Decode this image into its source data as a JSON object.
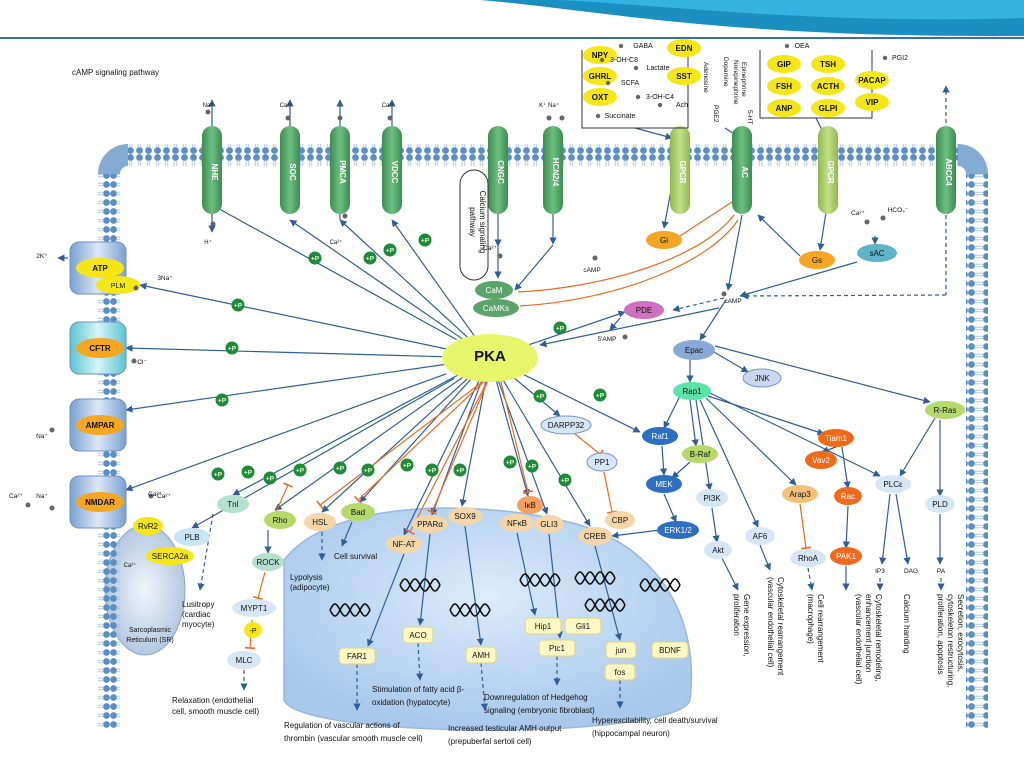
{
  "title": "cAMP signaling pathway",
  "hub": "PKA",
  "phos": "+P",
  "channels": [
    {
      "name": "NHE",
      "ion_top": "Na⁺",
      "ion_bottom": "H⁺"
    },
    {
      "name": "SOC",
      "ion_top": "Ca²⁺"
    },
    {
      "name": "PMCA",
      "ion_bottom": "Ca²⁺"
    },
    {
      "name": "VDCC",
      "ion_top": "Ca²⁺"
    },
    {
      "name": "CNGC"
    },
    {
      "name": "HCN2/4",
      "ion_top": "K⁺  Na⁺"
    },
    {
      "name": "GPCR"
    },
    {
      "name": "AC"
    },
    {
      "name": "GPCR"
    },
    {
      "name": "ABCC4"
    }
  ],
  "transporters": [
    {
      "name": "ATP",
      "sub": "PLM",
      "ions": [
        "2K⁺",
        "3Na⁺"
      ]
    },
    {
      "name": "CFTR",
      "ions": [
        "Cl⁻"
      ]
    },
    {
      "name": "AMPAR",
      "ions": [
        "Na⁺"
      ]
    },
    {
      "name": "NMDAR",
      "ions": [
        "Ca²⁺",
        "Na⁺",
        "Ca²⁺"
      ]
    }
  ],
  "ligands_left": [
    "NPY",
    "GHRL",
    "OXT",
    "EDN",
    "SST"
  ],
  "ligands_left_text": [
    "GABA",
    "3-OH-C8",
    "Lactate",
    "SCFA",
    "3-OH-C4",
    "Ach",
    "Succinate"
  ],
  "ligands_vertical": [
    "Adenosine",
    "PGE2",
    "Dopamine",
    "Norepinephrine",
    "Epinephrine",
    "5-HT"
  ],
  "ligands_right": [
    "GIP",
    "TSH",
    "FSH",
    "ACTH",
    "PACAP",
    "ANP",
    "GLPI",
    "VIP"
  ],
  "ligands_right_text": [
    "OEA",
    "PGI2"
  ],
  "calcium": {
    "label1": "Calcium signaling",
    "label2": "pathway",
    "ca": "Ca²⁺"
  },
  "nodes": {
    "gi": "Gi",
    "gs": "Gs",
    "sac": "sAC",
    "ca2": "Ca²⁺",
    "hco3": "HCO₃⁻",
    "cam": "CaM",
    "camks": "CaMKs",
    "camp": "cAMP",
    "camp2": "cAMP",
    "pde": "PDE",
    "amp": "5'AMP",
    "epac": "Epac",
    "jnk": "JNK",
    "rap1": "Rap1",
    "rras": "R-Ras",
    "raf1": "Raf1",
    "braf": "B-Raf",
    "mek": "MEK",
    "erk": "ERK1/2",
    "pi3k": "PI3K",
    "akt": "Akt",
    "af6": "AF6",
    "arap3": "Arap3",
    "rhoa": "RhoA",
    "tiam1": "Tiam1",
    "vav2": "Vav2",
    "rac": "Rac",
    "pak1": "PAK1",
    "plce": "PLCε",
    "ip3": "IP3",
    "dag": "DAG",
    "pld": "PLD",
    "pa": "PA",
    "darpp32": "DARPP32",
    "pp1": "PP1",
    "cbp": "CBP",
    "creb": "CREB",
    "ikb": "IκB",
    "nfkb": "NFκB",
    "gli3": "GLI3",
    "sox9": "SOX9",
    "ppara": "PPARα",
    "nfat": "NF-AT",
    "bad": "Bad",
    "hsl": "HSL",
    "rho": "Rho",
    "rock": "ROCK",
    "mypt1": "MYPT1",
    "p": "-P",
    "mlc": "MLC",
    "tni": "TnI",
    "plb": "PLB",
    "rvr2": "RvR2",
    "serca": "SERCA2a",
    "ca_sr": "Ca²⁺",
    "ca_sr2": "Ca²⁺",
    "sr1": "Sarcoplasmic",
    "sr2": "Reticulum (SR)"
  },
  "genes": [
    "FAR1",
    "ACO",
    "AMH",
    "Hip1",
    "Gli1",
    "Ptc1",
    "jun",
    "BDNF",
    "fos"
  ],
  "outcomes": {
    "lusitropy": [
      "Lusitropy",
      "(cardiac",
      "myocyte)"
    ],
    "lypolysis": [
      "Lypolysis",
      "(adipocyte)"
    ],
    "survival": "Cell survival",
    "relaxation": [
      "Relaxation (endothelial",
      "cell, smooth muscle cell)"
    ],
    "thrombin": [
      "Regulation of vascular actions of",
      "thrombin (vascular smooth muscle cell)"
    ],
    "fatty": [
      "Stimulation of fatty acid β-",
      "oxidation (hypatocyte)"
    ],
    "amh": [
      "Increased testicular AMH output",
      "(prepuberfal sertoli cell)"
    ],
    "hedgehog": [
      "Downregulation of Hedgehog",
      "signaling (embryonic fibroblast)"
    ],
    "hippo": [
      "Hyperexcitability, cell death/survival",
      "(hippocampal neuron)"
    ],
    "v1": [
      "Gene expression,",
      "proliferation"
    ],
    "v2": [
      "Cytoskeletal rearrangement",
      "(vascular endothelial cell)"
    ],
    "v3": [
      "Cell rearrangement",
      "(macrophage)"
    ],
    "v4": [
      "Cytoskeletal remodeling,",
      "enhancement junction",
      "(vascular endothelial cell)"
    ],
    "v5": [
      "Calcium handing"
    ],
    "v6": [
      "Secretion, exocytosis,",
      "cytoskeleton restructuring,",
      "proliferation, apoptosis"
    ]
  },
  "colors": {
    "membrane": "#5b8fc4",
    "channel": "#5aa36a",
    "hub": "#e6f56a",
    "ligand": "#f5e617",
    "phos": "#1f8a3a",
    "nucleus": "#bcd6f2",
    "epac": "#8aa9d6",
    "rap1": "#5be3a8",
    "raf": "#2d6fc2",
    "orange": "#f06a1e"
  }
}
